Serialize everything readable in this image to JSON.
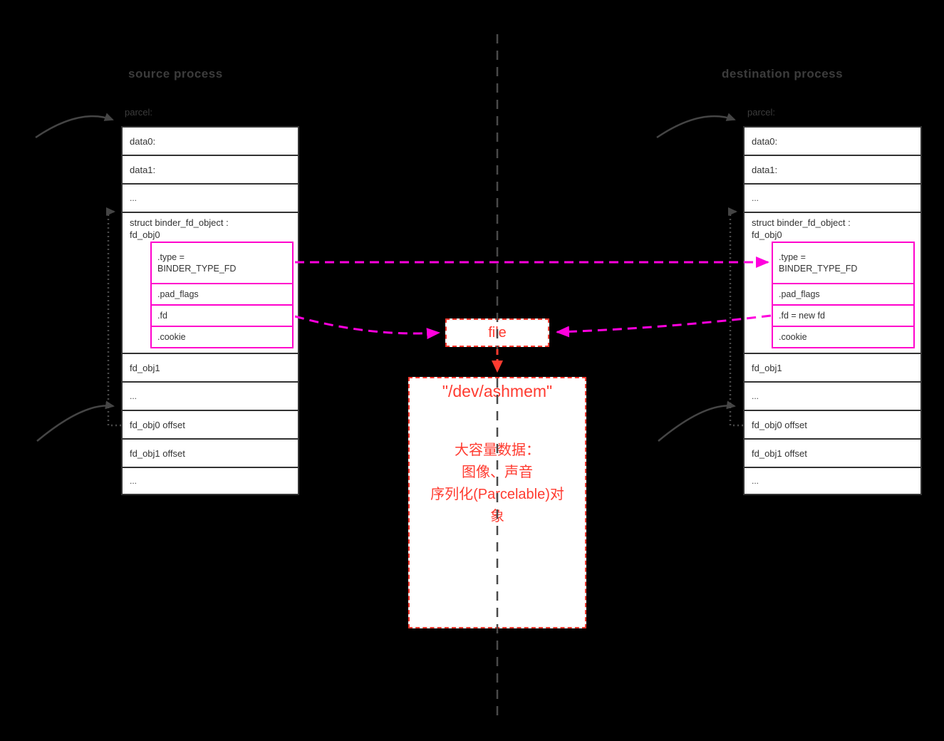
{
  "titles": {
    "source": "source process",
    "destination": "destination process"
  },
  "labels": {
    "parcel": "parcel:"
  },
  "source_parcel": {
    "rows": {
      "data0": "data0:",
      "data1": "data1:",
      "dots1": "...",
      "struct_title_line1": "struct binder_fd_object :",
      "struct_title_line2": "fd_obj0",
      "fd_obj1": "fd_obj1",
      "dots2": "...",
      "fd_obj0_offset": "fd_obj0 offset",
      "fd_obj1_offset": "fd_obj1 offset",
      "dots3": "..."
    },
    "fd_object": {
      "type_line1": ".type =",
      "type_line2": "BINDER_TYPE_FD",
      "pad_flags": ".pad_flags",
      "fd": ".fd",
      "cookie": ".cookie"
    }
  },
  "dest_parcel": {
    "rows": {
      "data0": "data0:",
      "data1": "data1:",
      "dots1": "...",
      "struct_title_line1": "struct binder_fd_object :",
      "struct_title_line2": "fd_obj0",
      "fd_obj1": "fd_obj1",
      "dots2": "...",
      "fd_obj0_offset": "fd_obj0 offset",
      "fd_obj1_offset": "fd_obj1 offset",
      "dots3": "..."
    },
    "fd_object": {
      "type_line1": ".type =",
      "type_line2": "BINDER_TYPE_FD",
      "pad_flags": ".pad_flags",
      "fd": ".fd = new fd",
      "cookie": ".cookie"
    }
  },
  "file_node": {
    "label": "file"
  },
  "ashmem_node": {
    "title": "\"/dev/ashmem\"",
    "lines": [
      "大容量数据：",
      "图像、声音",
      "序列化(Parcelable)对",
      "象"
    ]
  },
  "colors": {
    "background": "#000000",
    "box_border": "#333333",
    "magenta_border": "#ff00cc",
    "magenta_arrow": "#ff00dd",
    "red_accent": "#ff3b30",
    "gray_arrow": "#454545"
  }
}
